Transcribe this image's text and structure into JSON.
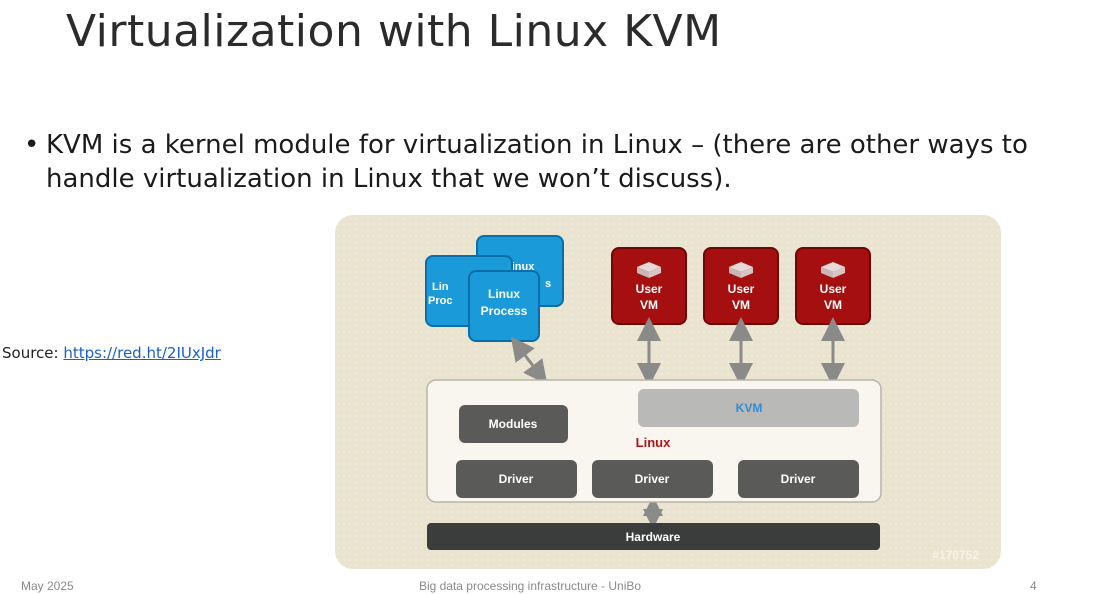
{
  "slide": {
    "title": "Virtualization with Linux KVM",
    "bullet_marker": "•",
    "bullet_text": "KVM is a kernel module for virtualization in Linux – (there are other ways to handle virtualization in Linux that we won’t discuss).",
    "source_label": "Source: ",
    "source_link": "https://red.ht/2IUxJdr"
  },
  "diagram": {
    "process_back1_label": "Lin\nProc",
    "process_back2_label": "Linux\ns",
    "process_front_label_1": "Linux",
    "process_front_label_2": "Process",
    "user_vm_label_1": "User",
    "user_vm_label_2": "VM",
    "kvm_label": "KVM",
    "linux_label": "Linux",
    "modules_label": "Modules",
    "driver_labels": [
      "Driver",
      "Driver",
      "Driver"
    ],
    "hardware_label": "Hardware",
    "figure_id": "#170752",
    "colors": {
      "background": "#e9e3cf",
      "process_blue": "#1a9ad9",
      "vm_red": "#a60f0f",
      "dark_box": "#5a5a58",
      "kvm_box": "#b9b9b7",
      "kvm_text": "#2a8fd6",
      "linux_text": "#b2141a",
      "kernel_panel": "#f8f6ee"
    }
  },
  "footer": {
    "date": "May 2025",
    "center": "Big data processing infrastructure - UniBo",
    "page": "4"
  }
}
